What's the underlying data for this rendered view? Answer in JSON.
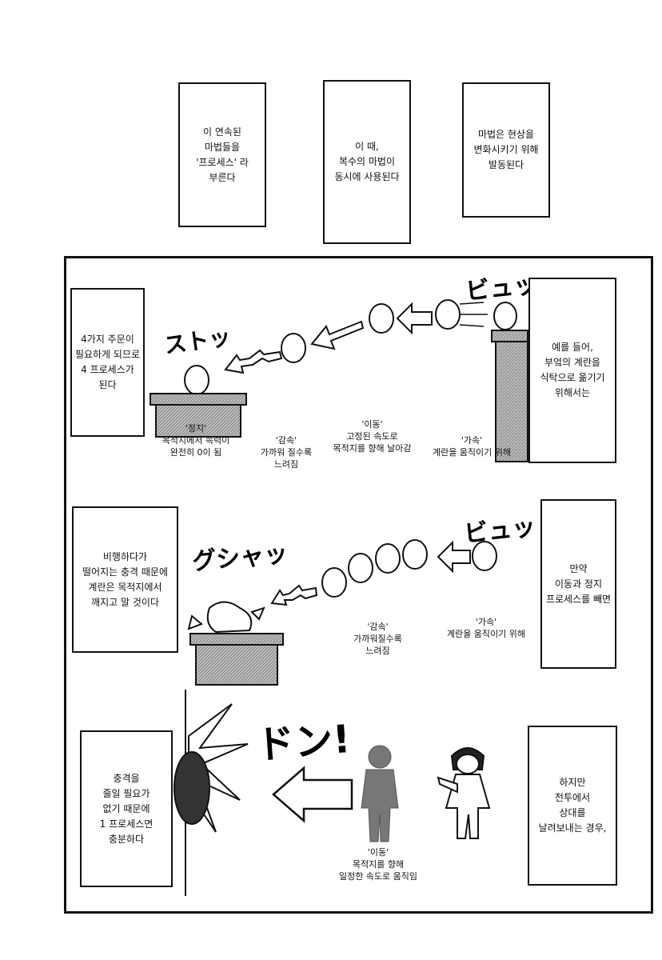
{
  "top_boxes": {
    "left": "이 연속된\n마법들을\n'프로세스' 라\n부른다",
    "middle": "이 때,\n복수의 마법이\n동시에 사용된다",
    "right": "마법은 현상을\n변화시키기 위해\n발동된다"
  },
  "row1": {
    "right_box": "예를 들어,\n부엌의 계란을\n식탁으로 옮기기\n위해서는",
    "left_box": "4가지 주문이\n필요하게 되므로\n4 프로세스가\n된다",
    "sfx_start": "ビュッ",
    "sfx_end": "ストッ",
    "captions": {
      "accel": "'가속'\n계란을 움직이기 위해",
      "move": "'이동'\n고정된 속도로\n목적지를 향해 날아감",
      "decel": "'감속'\n가까워 질수록\n느려짐",
      "stop": "'정지'\n목적지에서 속력이\n완전히 0이 됨"
    }
  },
  "row2": {
    "right_box": "만약\n이동과 정지\n프로세스를 빼면",
    "left_box": "비행하다가\n떨어지는 충격 때문에\n계란은 목적지에서\n깨지고 말 것이다",
    "sfx_start": "ビュッ",
    "sfx_end": "グシャッ",
    "captions": {
      "accel": "'가속'\n계란을 움직이기 위해",
      "decel": "'감속'\n가까워질수록\n느려짐"
    }
  },
  "row3": {
    "right_box": "하지만\n전투에서\n상대를\n날려보내는 경우,",
    "left_box": "충격을\n줄일 필요가\n없기 때문에\n1 프로세스면\n충분하다",
    "sfx": "ドン!",
    "caption": "'이동'\n목적지를 향해\n일정한 속도로 움직임"
  }
}
